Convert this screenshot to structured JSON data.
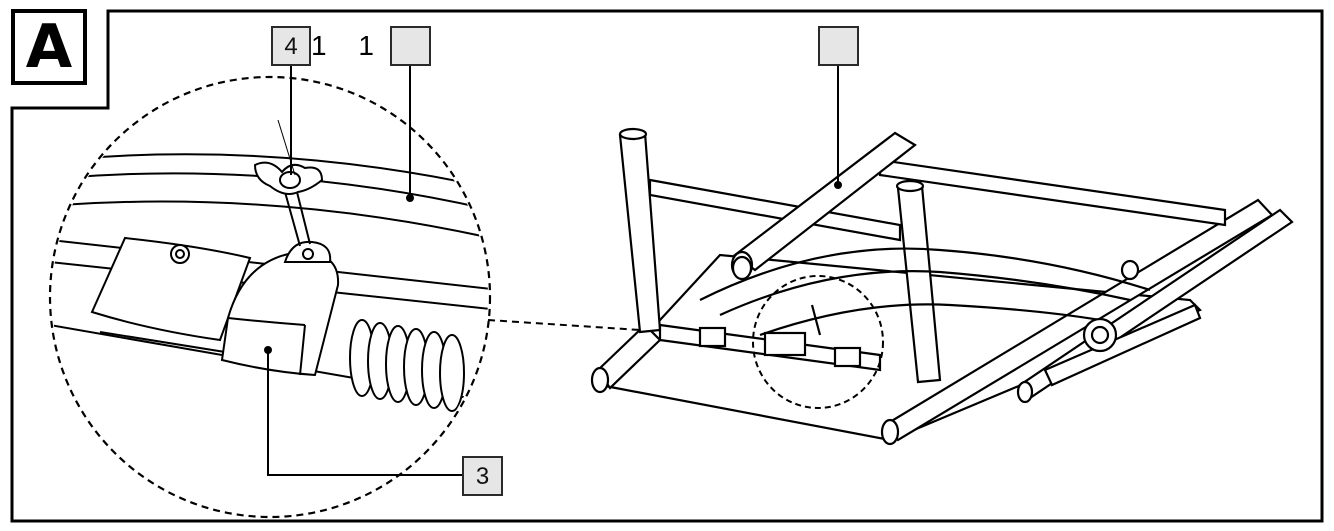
{
  "figure": {
    "section_letter": "A",
    "stray_text": "1 1",
    "callouts": [
      {
        "id": "detail-wing-nut",
        "label": "4"
      },
      {
        "id": "detail-frame-tube",
        "label": ""
      },
      {
        "id": "frame-bar",
        "label": ""
      },
      {
        "id": "sleeve",
        "label": "3"
      }
    ]
  },
  "colors": {
    "line": "#000000",
    "callout_fill": "#e6e6e6",
    "background": "#ffffff"
  }
}
